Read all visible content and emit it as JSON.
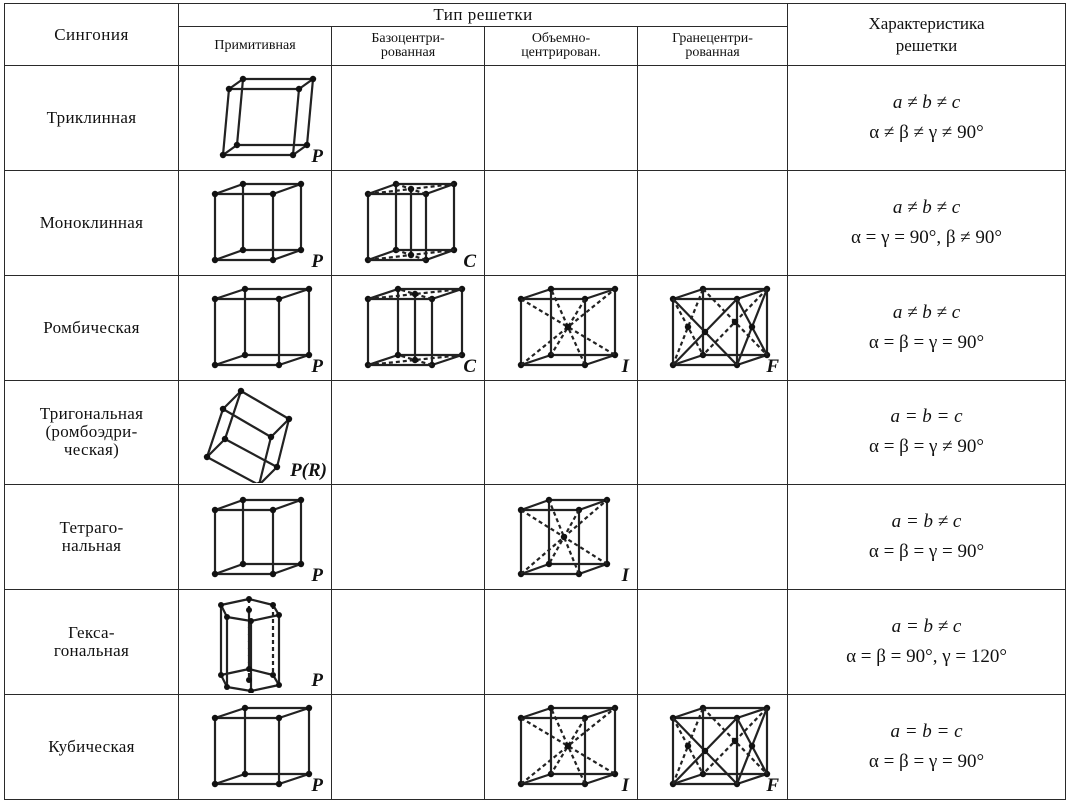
{
  "header": {
    "syngony": "Сингония",
    "lattice_type": "Тип решетки",
    "lattice_char": [
      "Характеристика",
      "решетки"
    ],
    "types": [
      {
        "id": "P",
        "label": [
          "Примитивная"
        ]
      },
      {
        "id": "C",
        "label": [
          "Базоцентри-",
          "рованная"
        ]
      },
      {
        "id": "I",
        "label": [
          "Объемно-",
          "центрирован."
        ]
      },
      {
        "id": "F",
        "label": [
          "Гранецентри-",
          "рованная"
        ]
      }
    ]
  },
  "rows": [
    {
      "name": [
        "Триклинная"
      ],
      "cells": {
        "P": "P"
      },
      "char": [
        "a ≠ b ≠ c",
        "α ≠ β ≠ γ ≠ 90°"
      ],
      "shape": "triclinic"
    },
    {
      "name": [
        "Моноклинная"
      ],
      "cells": {
        "P": "P",
        "C": "C"
      },
      "char": [
        "a ≠ b ≠ c",
        "α = γ = 90°,  β ≠ 90°"
      ],
      "shape": "monoclinic"
    },
    {
      "name": [
        "Ромбическая"
      ],
      "cells": {
        "P": "P",
        "C": "C",
        "I": "I",
        "F": "F"
      },
      "char": [
        "a ≠ b ≠ c",
        "α = β = γ = 90°"
      ],
      "shape": "ortho"
    },
    {
      "name": [
        "Тригональная",
        "(ромбоэдри-",
        "ческая)"
      ],
      "cells": {
        "P": "P(R)"
      },
      "char": [
        "a = b = c",
        "α = β = γ ≠ 90°"
      ],
      "shape": "trigonal"
    },
    {
      "name": [
        "Тетраго-",
        "нальная"
      ],
      "cells": {
        "P": "P",
        "I": "I"
      },
      "char": [
        "a = b ≠ c",
        "α = β = γ = 90°"
      ],
      "shape": "tetra"
    },
    {
      "name": [
        "Гекса-",
        "гональная"
      ],
      "cells": {
        "P": "P"
      },
      "char": [
        "a = b ≠ c",
        "α = β = 90°,  γ = 120°"
      ],
      "shape": "hex"
    },
    {
      "name": [
        "Кубическая"
      ],
      "cells": {
        "P": "P",
        "I": "I",
        "F": "F"
      },
      "char": [
        "a = b = c",
        "α = β = γ = 90°"
      ],
      "shape": "cubic"
    }
  ]
}
